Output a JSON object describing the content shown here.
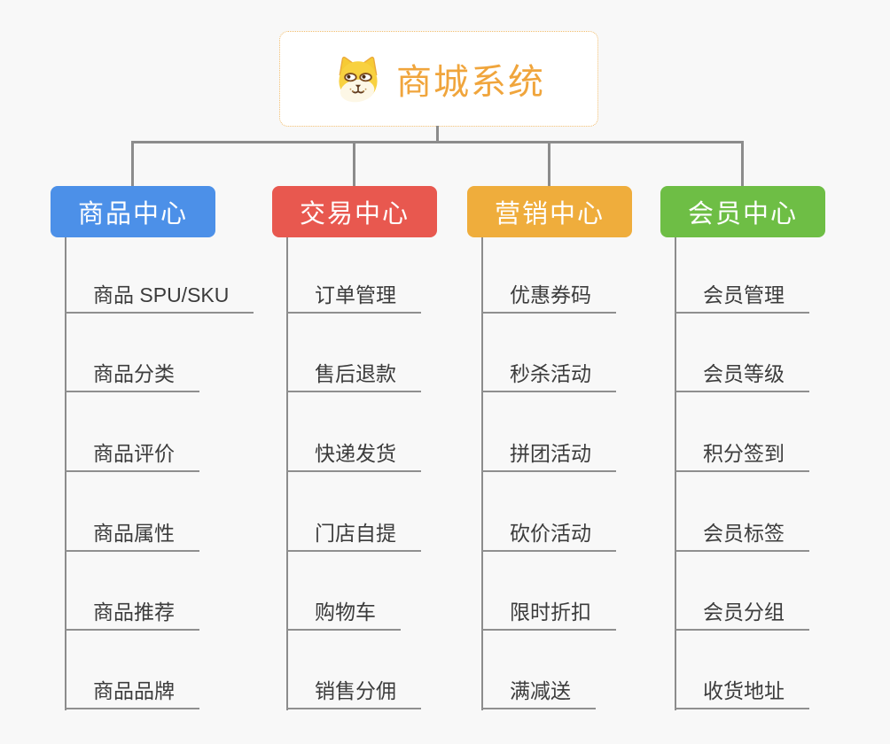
{
  "root": {
    "title": "商城系统",
    "icon": "shiba-dog-icon",
    "title_color": "#F0A53C",
    "border_color": "#F0BC6C"
  },
  "branches": [
    {
      "label": "商品中心",
      "color": "#4C90E8",
      "children": [
        "商品 SPU/SKU",
        "商品分类",
        "商品评价",
        "商品属性",
        "商品推荐",
        "商品品牌"
      ]
    },
    {
      "label": "交易中心",
      "color": "#E8584F",
      "children": [
        "订单管理",
        "售后退款",
        "快递发货",
        "门店自提",
        "购物车",
        "销售分佣"
      ]
    },
    {
      "label": "营销中心",
      "color": "#EFAD3C",
      "children": [
        "优惠券码",
        "秒杀活动",
        "拼团活动",
        "砍价活动",
        "限时折扣",
        "满减送"
      ]
    },
    {
      "label": "会员中心",
      "color": "#6EBE45",
      "children": [
        "会员管理",
        "会员等级",
        "积分签到",
        "会员标签",
        "会员分组",
        "收货地址"
      ]
    }
  ],
  "colors": {
    "background": "#F8F8F8",
    "connector": "#8C8C8C",
    "leaf_underline": "#8F8F8F",
    "leaf_text": "#3C3C3C",
    "branch_text": "#FFFFFF"
  }
}
